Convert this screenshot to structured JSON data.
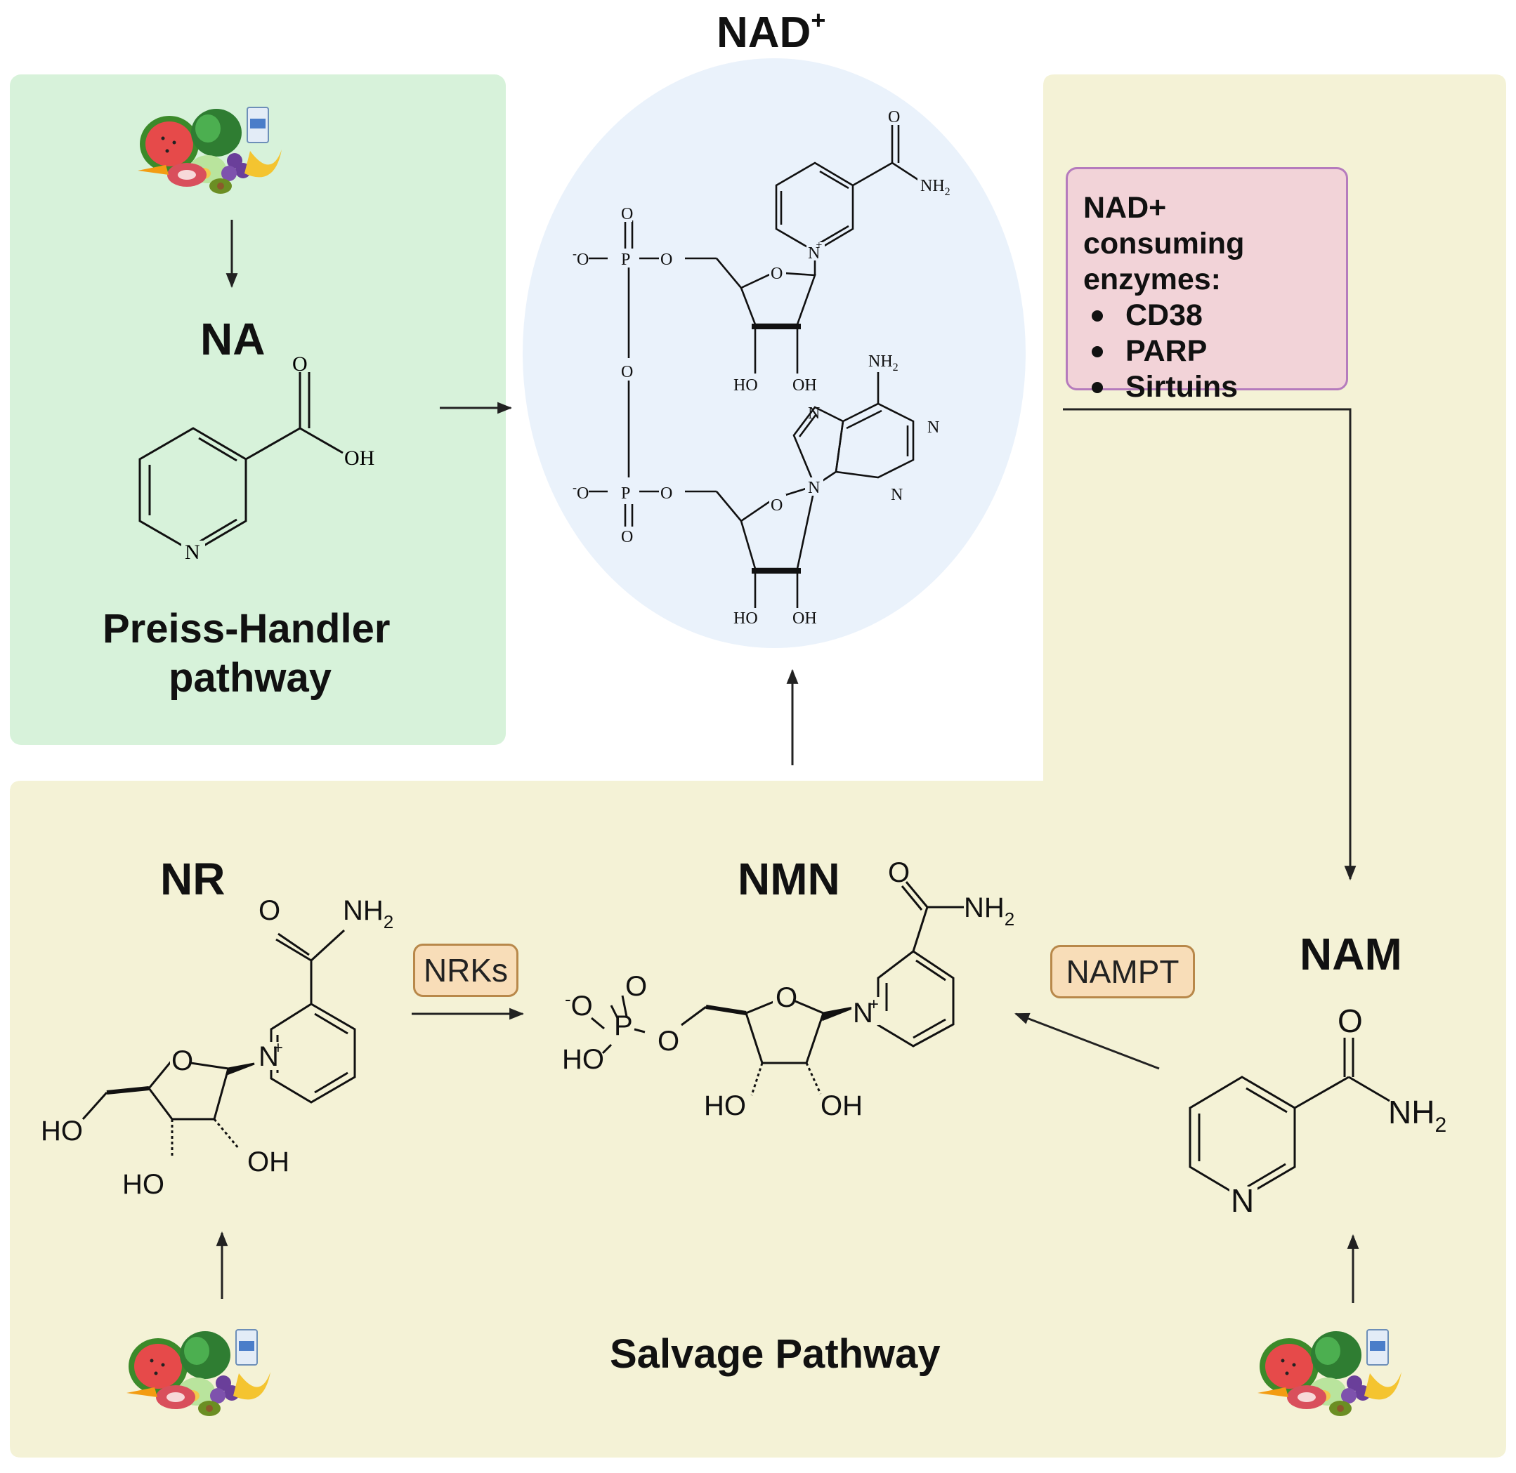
{
  "nad": {
    "title": "NAD",
    "superscript": "+"
  },
  "preiss_handler": {
    "molecule": "NA",
    "pathway_label_line1": "Preiss-Handler",
    "pathway_label_line2": "pathway",
    "atoms": {
      "o": "O",
      "oh": "OH",
      "n": "N"
    }
  },
  "consuming_box": {
    "title_line1": "NAD+ consuming",
    "title_line2": "enzymes:",
    "enzymes": [
      "CD38",
      "PARP",
      "Sirtuins"
    ]
  },
  "nad_structure": {
    "o": "O",
    "nh2": "NH",
    "nh2_sub": "2",
    "n_plus": "N",
    "plus": "+",
    "o_minus": "O",
    "minus": "-",
    "p": "P",
    "ho": "HO",
    "oh": "OH",
    "n": "N"
  },
  "salvage": {
    "pathway_label": "Salvage Pathway",
    "nr": {
      "name": "NR",
      "o": "O",
      "nh2": "NH",
      "sub": "2",
      "n": "N",
      "plus": "+",
      "ho": "HO",
      "oh": "OH"
    },
    "nmn": {
      "name": "NMN",
      "o": "O",
      "nh2": "NH",
      "sub": "2",
      "n": "N",
      "plus": "+",
      "p": "P",
      "ho": "HO",
      "oh": "OH",
      "minus": "-"
    },
    "nam": {
      "name": "NAM",
      "o": "O",
      "nh2": "NH",
      "sub": "2",
      "n": "N"
    },
    "enzyme_nrks": "NRKs",
    "enzyme_nampt": "NAMPT"
  },
  "colors": {
    "preiss_bg": "#d7f2da",
    "salvage_bg": "#f4f2d6",
    "nad_ellipse": "#eaf2fb",
    "enzyme_fill": "#f8ddb8",
    "enzyme_border": "#b8884a",
    "consume_fill": "#f2d3d8",
    "consume_border": "#b57bbd"
  },
  "icons": [
    "food-icon-top-left",
    "food-icon-bottom-left",
    "food-icon-bottom-right"
  ]
}
